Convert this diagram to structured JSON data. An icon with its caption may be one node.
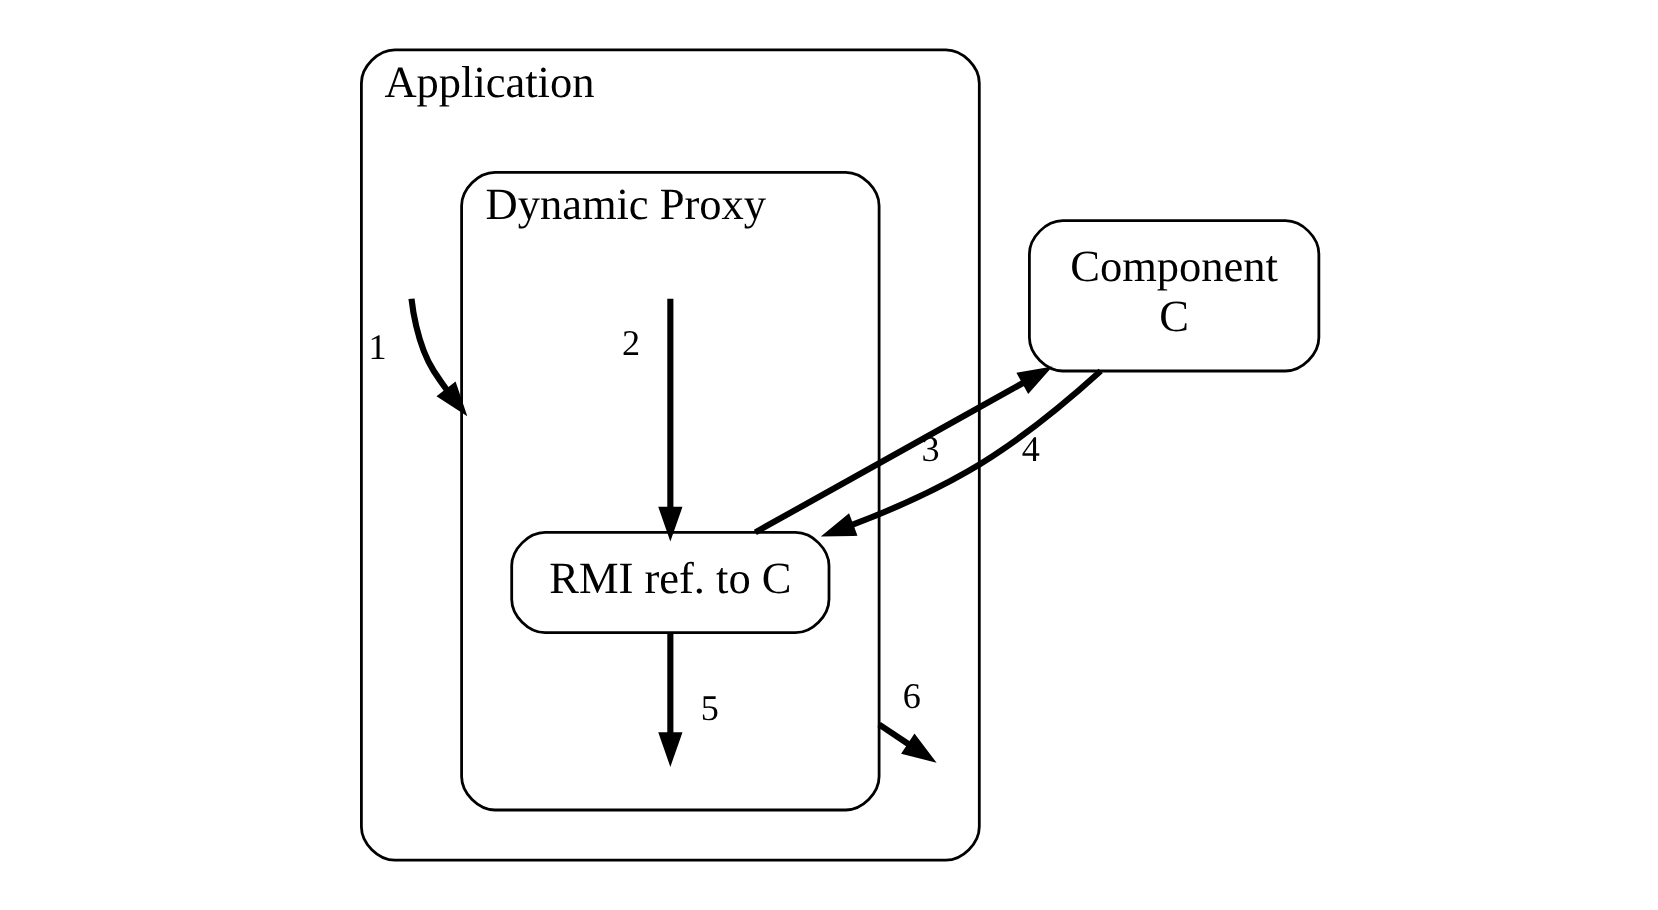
{
  "diagram": {
    "nodes": [
      {
        "text": [
          "Application"
        ]
      },
      {
        "text": [
          "Dynamic Proxy"
        ],
        "in": 0
      },
      {
        "text": [
          "RMI ref. to C"
        ],
        "in": 1
      },
      {
        "text": [
          "Component",
          "C"
        ]
      }
    ],
    "edges": [
      {
        "from": null,
        "to": 1,
        "arrow": "to",
        "label": "1"
      },
      {
        "from": null,
        "to": 2,
        "arrow": "to",
        "label": "2"
      },
      {
        "from": 2,
        "to": 3,
        "arrow": "to",
        "label": "3"
      },
      {
        "from": 3,
        "to": 2,
        "arrow": "to",
        "label": "4"
      },
      {
        "from": 2,
        "to": null,
        "arrow": "to",
        "label": "5"
      },
      {
        "from": 1,
        "to": null,
        "arrow": "to",
        "label": "6"
      }
    ]
  }
}
